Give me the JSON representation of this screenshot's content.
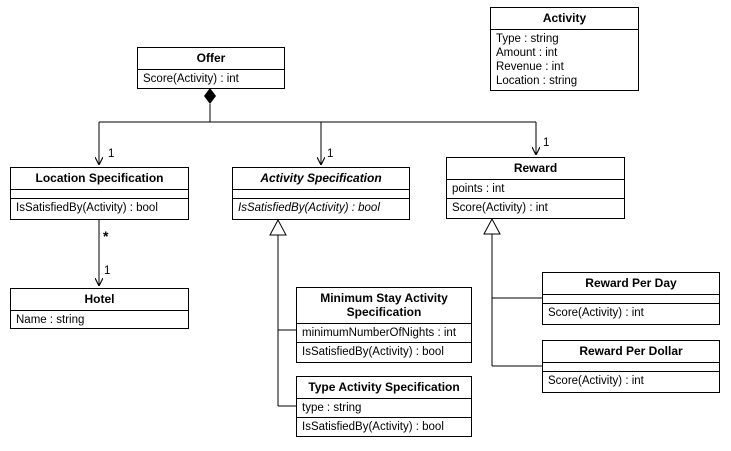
{
  "classes": {
    "activity": {
      "name": "Activity",
      "attributes": [
        "Type : string",
        "Amount : int",
        "Revenue : int",
        "Location : string"
      ]
    },
    "offer": {
      "name": "Offer",
      "operations": [
        "Score(Activity) : int"
      ]
    },
    "location_specification": {
      "name": "Location Specification",
      "operations": [
        "IsSatisfiedBy(Activity) : bool"
      ]
    },
    "activity_specification": {
      "name": "Activity Specification",
      "operations": [
        "IsSatisfiedBy(Activity) : bool"
      ]
    },
    "reward": {
      "name": "Reward",
      "attributes": [
        "points : int"
      ],
      "operations": [
        "Score(Activity) : int"
      ]
    },
    "hotel": {
      "name": "Hotel",
      "attributes": [
        "Name : string"
      ]
    },
    "minimum_stay": {
      "name_line1": "Minimum Stay Activity",
      "name_line2": "Specification",
      "attributes": [
        "minimumNumberOfNights : int"
      ],
      "operations": [
        "IsSatisfiedBy(Activity) : bool"
      ]
    },
    "type_activity": {
      "name": "Type Activity Specification",
      "attributes": [
        "type : string"
      ],
      "operations": [
        "IsSatisfiedBy(Activity) : bool"
      ]
    },
    "reward_per_day": {
      "name": "Reward Per Day",
      "operations": [
        "Score(Activity) : int"
      ]
    },
    "reward_per_dollar": {
      "name": "Reward Per Dollar",
      "operations": [
        "Score(Activity) : int"
      ]
    }
  },
  "multiplicities": {
    "offer_location": "1",
    "offer_activity_spec": "1",
    "offer_reward": "1",
    "location_many": "*",
    "hotel_one": "1"
  },
  "colors": {
    "line": "#000000",
    "background": "#ffffff"
  }
}
